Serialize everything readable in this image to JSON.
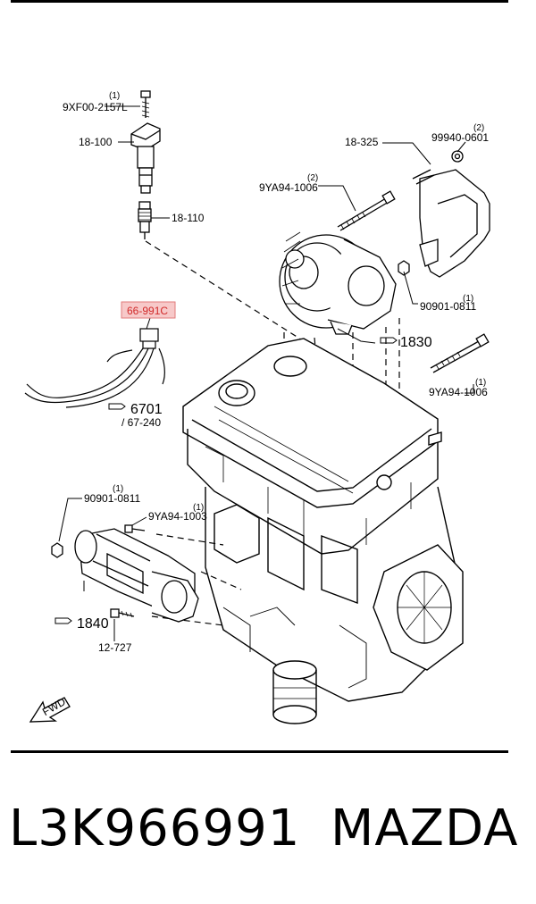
{
  "labels": {
    "bolt_top": {
      "part": "9XF00-2157L",
      "qty": "(1)"
    },
    "coil": {
      "part": "18-100"
    },
    "spark_plug": {
      "part": "18-110"
    },
    "alt_bracket": {
      "part": "18-325"
    },
    "alt_nut_top": {
      "part": "99940-0601",
      "qty": "(2)"
    },
    "alt_bolt_top": {
      "part": "9YA94-1006",
      "qty": "(2)"
    },
    "alt_nut_right": {
      "part": "90901-0811",
      "qty": "(1)"
    },
    "alternator_ref": {
      "part": "1830"
    },
    "alt_bolt_right": {
      "part": "9YA94-1006",
      "qty": "(1)"
    },
    "highlight": {
      "part": "66-991C"
    },
    "harness_ref": {
      "part": "6701",
      "sub": "/ 67-240"
    },
    "starter_nut": {
      "part": "90901-0811",
      "qty": "(1)"
    },
    "starter_bolt_top": {
      "part": "9YA94-1003",
      "qty": "(1)"
    },
    "starter_ref": {
      "part": "1840"
    },
    "starter_bolt_bottom": {
      "part": "12-727"
    },
    "fwd": "FWD"
  },
  "footer": {
    "part_number": "L3K966991",
    "brand": "MAZDA"
  },
  "colors": {
    "highlight_fill": "#f7c9c9",
    "highlight_stroke": "#e07b7b",
    "highlight_text": "#d12a2a"
  }
}
